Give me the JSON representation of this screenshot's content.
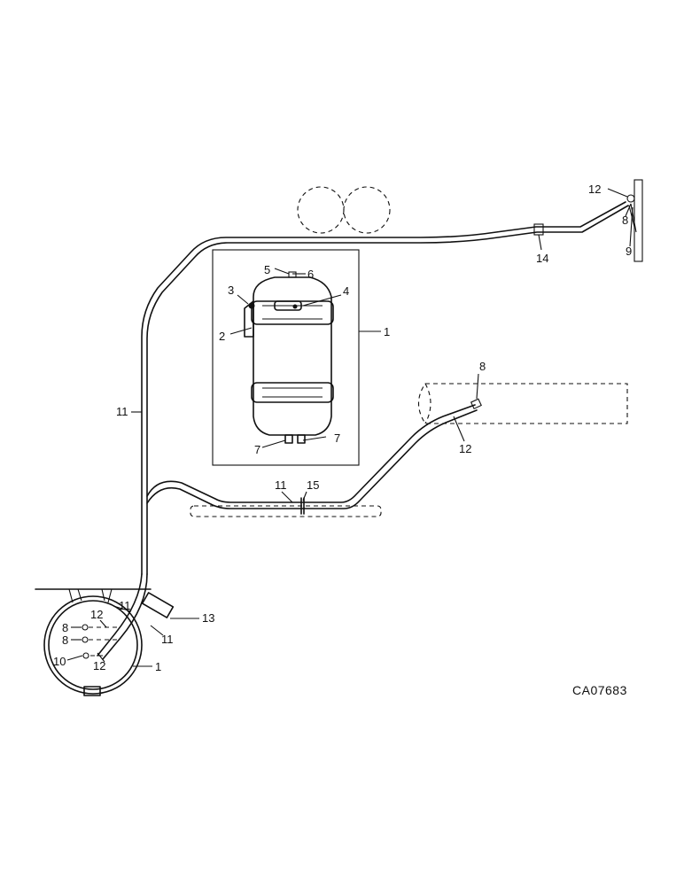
{
  "callouts": {
    "c1_tank": "1",
    "c1_clamp": "1",
    "c2": "2",
    "c3": "3",
    "c4": "4",
    "c5": "5",
    "c6": "6",
    "c7_left": "7",
    "c7_right": "7",
    "c8_top": "8",
    "c8_mid": "8",
    "c8_clamp_a": "8",
    "c8_clamp_b": "8",
    "c9": "9",
    "c10": "10",
    "c11_left": "11",
    "c11_mid": "11",
    "c11_lower_a": "11",
    "c11_lower_b": "11",
    "c12_top": "12",
    "c12_mid": "12",
    "c12_clamp_a": "12",
    "c12_clamp_b": "12",
    "c13": "13",
    "c14": "14",
    "c15": "15"
  },
  "figure_code": "CA07683"
}
